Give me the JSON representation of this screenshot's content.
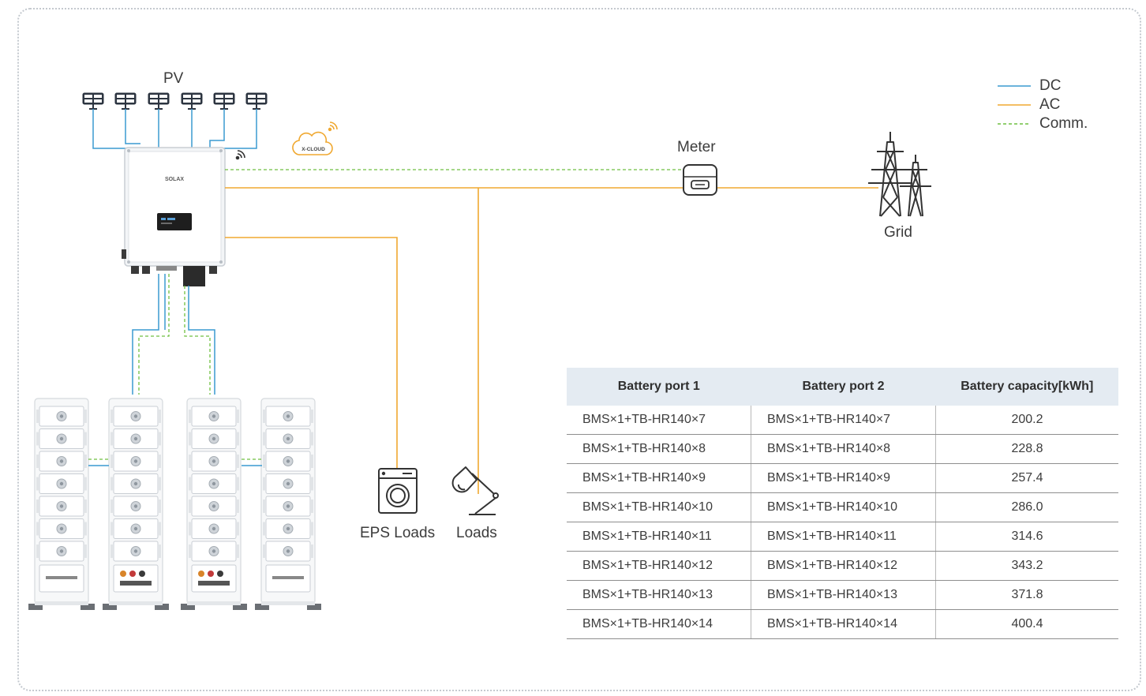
{
  "labels": {
    "pv": "PV",
    "meter": "Meter",
    "grid": "Grid",
    "eps_loads": "EPS Loads",
    "loads": "Loads",
    "cloud": "X-CLOUD",
    "inverter_brand": "SOLAX"
  },
  "legend": {
    "dc": "DC",
    "ac": "AC",
    "comm": "Comm."
  },
  "colors": {
    "dc": "#3a9ad1",
    "ac": "#f0a830",
    "comm": "#6fbf40",
    "table_header_bg": "#e4ebf2",
    "frame": "#c4c9cf"
  },
  "icons": {
    "pv": "solar-panel-icon",
    "meter": "meter-icon",
    "grid": "power-tower-icon",
    "eps_loads": "washing-machine-icon",
    "loads": "desk-lamp-icon",
    "cloud": "cloud-icon",
    "wifi": "wifi-icon"
  },
  "table": {
    "headers": [
      "Battery port 1",
      "Battery port 2",
      "Battery capacity[kWh]"
    ],
    "rows": [
      [
        "BMS×1+TB-HR140×7",
        "BMS×1+TB-HR140×7",
        "200.2"
      ],
      [
        "BMS×1+TB-HR140×8",
        "BMS×1+TB-HR140×8",
        "228.8"
      ],
      [
        "BMS×1+TB-HR140×9",
        "BMS×1+TB-HR140×9",
        "257.4"
      ],
      [
        "BMS×1+TB-HR140×10",
        "BMS×1+TB-HR140×10",
        "286.0"
      ],
      [
        "BMS×1+TB-HR140×11",
        "BMS×1+TB-HR140×11",
        "314.6"
      ],
      [
        "BMS×1+TB-HR140×12",
        "BMS×1+TB-HR140×12",
        "343.2"
      ],
      [
        "BMS×1+TB-HR140×13",
        "BMS×1+TB-HR140×13",
        "371.8"
      ],
      [
        "BMS×1+TB-HR140×14",
        "BMS×1+TB-HR140×14",
        "400.4"
      ]
    ]
  }
}
